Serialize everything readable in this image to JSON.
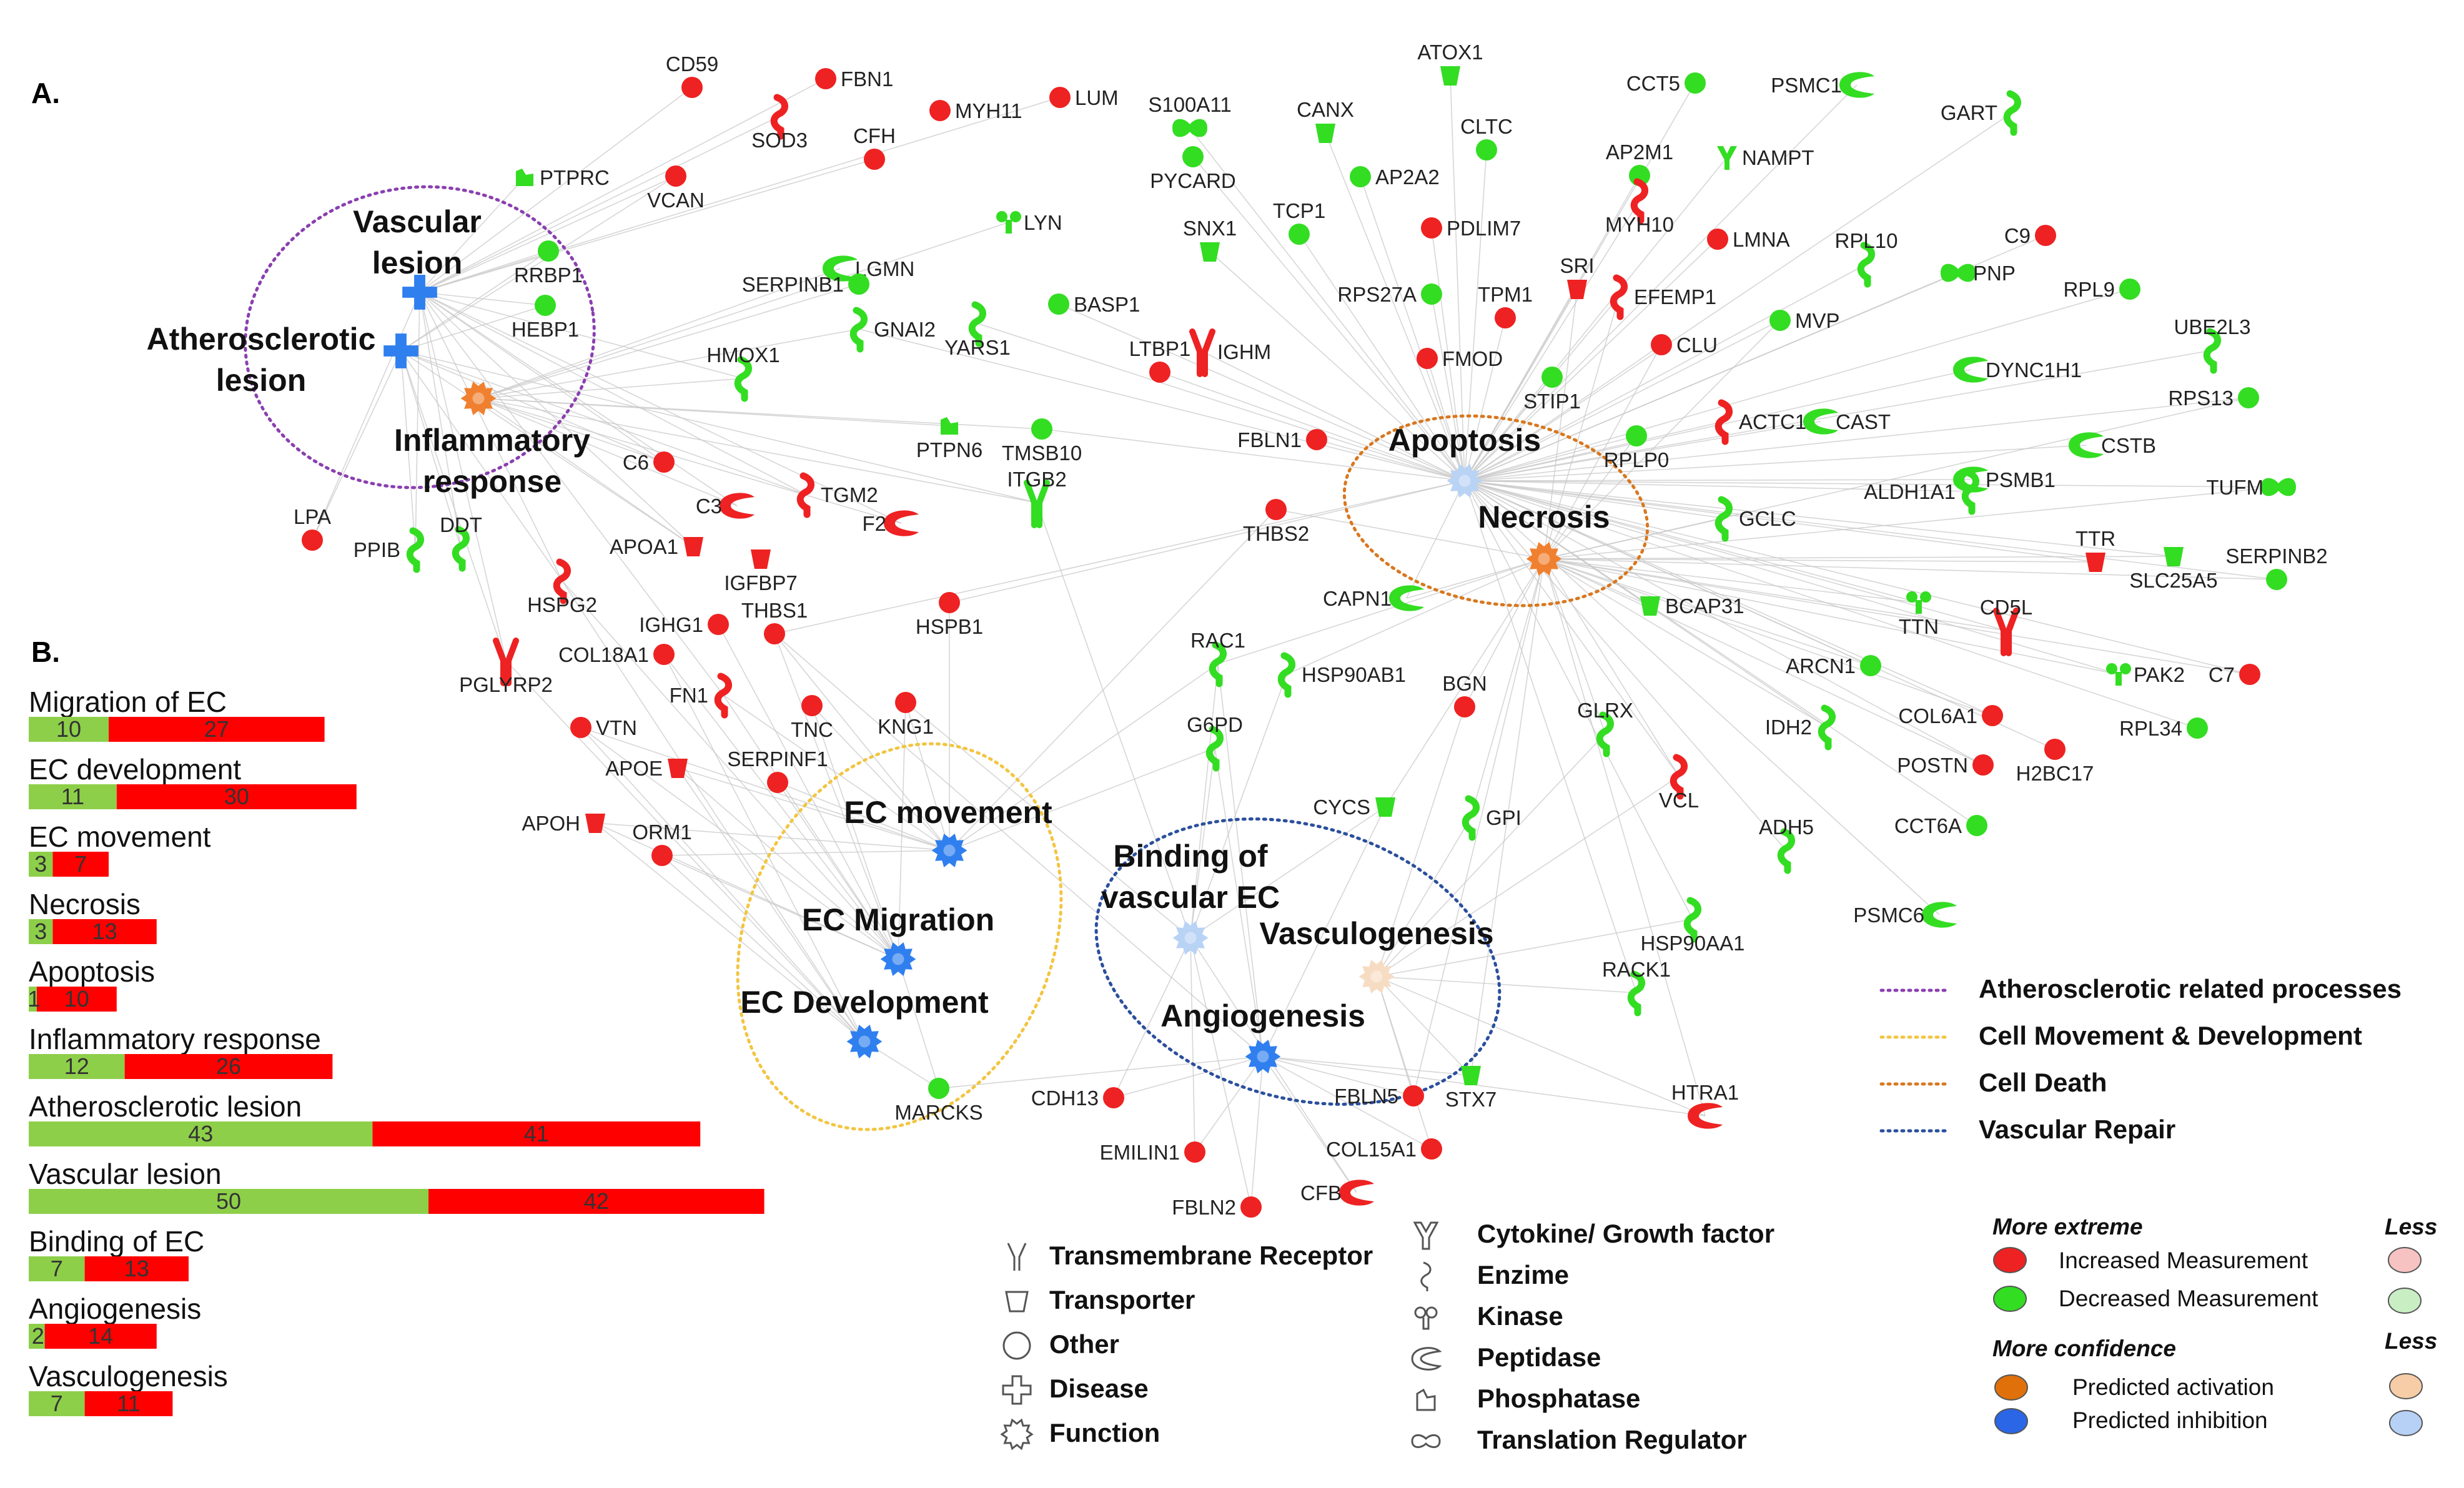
{
  "panels": {
    "a": "A.",
    "b": "B."
  },
  "colors": {
    "increased": "#ee2222",
    "decreased": "#33dd22",
    "predicted_activation": "#f08030",
    "predicted_inhibition": "#2f7fef",
    "atherosclerotic": "#8a3fb0",
    "cell_movement": "#f2c542",
    "cell_death": "#d9771e",
    "vascular_repair": "#2b4f9e",
    "bar_decreased": "#8ecf4a",
    "bar_increased": "#ff0000"
  },
  "hubs": [
    {
      "id": "vascular-lesion",
      "label_lines": [
        "Vascular",
        "lesion"
      ],
      "shape": "disease",
      "status": "inhibition"
    },
    {
      "id": "atherosclerotic-lesion",
      "label_lines": [
        "Atherosclerotic",
        "lesion"
      ],
      "shape": "disease",
      "status": "inhibition"
    },
    {
      "id": "inflammatory-response",
      "label_lines": [
        "Inflammatory",
        "response"
      ],
      "shape": "function",
      "status": "activation"
    },
    {
      "id": "apoptosis",
      "label_lines": [
        "Apoptosis"
      ],
      "shape": "function",
      "status": "inhibition-light"
    },
    {
      "id": "necrosis",
      "label_lines": [
        "Necrosis"
      ],
      "shape": "function",
      "status": "activation"
    },
    {
      "id": "ec-movement",
      "label_lines": [
        "EC movement"
      ],
      "shape": "function",
      "status": "inhibition"
    },
    {
      "id": "ec-migration",
      "label_lines": [
        "EC Migration"
      ],
      "shape": "function",
      "status": "inhibition"
    },
    {
      "id": "ec-development",
      "label_lines": [
        "EC Development"
      ],
      "shape": "function",
      "status": "inhibition"
    },
    {
      "id": "binding-vascular-ec",
      "label_lines": [
        "Binding of",
        "vascular EC"
      ],
      "shape": "function",
      "status": "inhibition-light"
    },
    {
      "id": "vasculogenesis",
      "label_lines": [
        "Vasculogenesis"
      ],
      "shape": "function",
      "status": "activation-light"
    },
    {
      "id": "angiogenesis",
      "label_lines": [
        "Angiogenesis"
      ],
      "shape": "function",
      "status": "inhibition"
    }
  ],
  "nodes": [
    {
      "id": "CD59",
      "status": "increased",
      "shape": "other"
    },
    {
      "id": "FBN1",
      "status": "increased",
      "shape": "other"
    },
    {
      "id": "MYH11",
      "status": "increased",
      "shape": "other"
    },
    {
      "id": "LUM",
      "status": "increased",
      "shape": "other"
    },
    {
      "id": "SOD3",
      "status": "increased",
      "shape": "enzyme"
    },
    {
      "id": "CFH",
      "status": "increased",
      "shape": "other"
    },
    {
      "id": "VCAN",
      "status": "increased",
      "shape": "other"
    },
    {
      "id": "PTPRC",
      "status": "decreased",
      "shape": "phosphatase"
    },
    {
      "id": "RRBP1",
      "status": "decreased",
      "shape": "other"
    },
    {
      "id": "HEBP1",
      "status": "decreased",
      "shape": "other"
    },
    {
      "id": "S100A11",
      "status": "decreased",
      "shape": "translation"
    },
    {
      "id": "CANX",
      "status": "decreased",
      "shape": "transporter"
    },
    {
      "id": "ATOX1",
      "status": "decreased",
      "shape": "transporter"
    },
    {
      "id": "CCT5",
      "status": "decreased",
      "shape": "other"
    },
    {
      "id": "PSMC1",
      "status": "decreased",
      "shape": "peptidase"
    },
    {
      "id": "GART",
      "status": "decreased",
      "shape": "enzyme"
    },
    {
      "id": "PYCARD",
      "status": "decreased",
      "shape": "other"
    },
    {
      "id": "AP2A2",
      "status": "decreased",
      "shape": "other"
    },
    {
      "id": "CLTC",
      "status": "decreased",
      "shape": "other"
    },
    {
      "id": "AP2M1",
      "status": "decreased",
      "shape": "other"
    },
    {
      "id": "NAMPT",
      "status": "decreased",
      "shape": "cytokine"
    },
    {
      "id": "LGMN",
      "status": "decreased",
      "shape": "peptidase"
    },
    {
      "id": "LYN",
      "status": "decreased",
      "shape": "kinase"
    },
    {
      "id": "SNX1",
      "status": "decreased",
      "shape": "transporter"
    },
    {
      "id": "TCP1",
      "status": "decreased",
      "shape": "other"
    },
    {
      "id": "PDLIM7",
      "status": "increased",
      "shape": "other"
    },
    {
      "id": "MYH10",
      "status": "increased",
      "shape": "enzyme"
    },
    {
      "id": "LMNA",
      "status": "increased",
      "shape": "other"
    },
    {
      "id": "RPL10",
      "status": "decreased",
      "shape": "enzyme"
    },
    {
      "id": "C9",
      "status": "increased",
      "shape": "other"
    },
    {
      "id": "PNP",
      "status": "decreased",
      "shape": "translation"
    },
    {
      "id": "RPL9",
      "status": "decreased",
      "shape": "other"
    },
    {
      "id": "SERPINB1",
      "status": "decreased",
      "shape": "other"
    },
    {
      "id": "BASP1",
      "status": "decreased",
      "shape": "other"
    },
    {
      "id": "RPS27A",
      "status": "decreased",
      "shape": "other"
    },
    {
      "id": "SRI",
      "status": "increased",
      "shape": "transporter"
    },
    {
      "id": "TPM1",
      "status": "increased",
      "shape": "other"
    },
    {
      "id": "EFEMP1",
      "status": "increased",
      "shape": "enzyme"
    },
    {
      "id": "GNAI2",
      "status": "decreased",
      "shape": "enzyme"
    },
    {
      "id": "YARS1",
      "status": "decreased",
      "shape": "enzyme"
    },
    {
      "id": "LTBP1",
      "status": "increased",
      "shape": "other"
    },
    {
      "id": "IGHM",
      "status": "increased",
      "shape": "receptor"
    },
    {
      "id": "FMOD",
      "status": "increased",
      "shape": "other"
    },
    {
      "id": "CLU",
      "status": "increased",
      "shape": "other"
    },
    {
      "id": "MVP",
      "status": "decreased",
      "shape": "other"
    },
    {
      "id": "UBE2L3",
      "status": "decreased",
      "shape": "enzyme"
    },
    {
      "id": "DYNC1H1",
      "status": "decreased",
      "shape": "peptidase"
    },
    {
      "id": "HMOX1",
      "status": "decreased",
      "shape": "enzyme"
    },
    {
      "id": "STIP1",
      "status": "decreased",
      "shape": "other"
    },
    {
      "id": "ACTC1",
      "status": "increased",
      "shape": "enzyme"
    },
    {
      "id": "CAST",
      "status": "decreased",
      "shape": "peptidase"
    },
    {
      "id": "RPS13",
      "status": "decreased",
      "shape": "other"
    },
    {
      "id": "C6",
      "status": "increased",
      "shape": "other"
    },
    {
      "id": "TGM2",
      "status": "increased",
      "shape": "enzyme"
    },
    {
      "id": "PTPN6",
      "status": "decreased",
      "shape": "phosphatase"
    },
    {
      "id": "TMSB10",
      "status": "decreased",
      "shape": "other"
    },
    {
      "id": "FBLN1",
      "status": "increased",
      "shape": "other"
    },
    {
      "id": "RPLP0",
      "status": "decreased",
      "shape": "other"
    },
    {
      "id": "CSTB",
      "status": "decreased",
      "shape": "peptidase"
    },
    {
      "id": "LPA",
      "status": "increased",
      "shape": "other"
    },
    {
      "id": "C3",
      "status": "increased",
      "shape": "peptidase"
    },
    {
      "id": "F2",
      "status": "increased",
      "shape": "peptidase"
    },
    {
      "id": "ITGB2",
      "status": "decreased",
      "shape": "receptor"
    },
    {
      "id": "ALDH1A1",
      "status": "decreased",
      "shape": "enzyme"
    },
    {
      "id": "PSMB1",
      "status": "decreased",
      "shape": "peptidase"
    },
    {
      "id": "TUFM",
      "status": "decreased",
      "shape": "translation"
    },
    {
      "id": "DDT",
      "status": "decreased",
      "shape": "enzyme"
    },
    {
      "id": "PPIB",
      "status": "decreased",
      "shape": "enzyme"
    },
    {
      "id": "APOA1",
      "status": "increased",
      "shape": "transporter"
    },
    {
      "id": "THBS2",
      "status": "increased",
      "shape": "other"
    },
    {
      "id": "GCLC",
      "status": "decreased",
      "shape": "enzyme"
    },
    {
      "id": "TTR",
      "status": "increased",
      "shape": "transporter"
    },
    {
      "id": "SERPINB2",
      "status": "decreased",
      "shape": "other"
    },
    {
      "id": "IGFBP7",
      "status": "increased",
      "shape": "transporter"
    },
    {
      "id": "HSPG2",
      "status": "increased",
      "shape": "enzyme"
    },
    {
      "id": "IGHG1",
      "status": "increased",
      "shape": "other"
    },
    {
      "id": "BCAP31",
      "status": "decreased",
      "shape": "transporter"
    },
    {
      "id": "CAPN1",
      "status": "decreased",
      "shape": "peptidase"
    },
    {
      "id": "SLC25A5",
      "status": "decreased",
      "shape": "transporter"
    },
    {
      "id": "CD5L",
      "status": "increased",
      "shape": "receptor"
    },
    {
      "id": "COL18A1",
      "status": "increased",
      "shape": "other"
    },
    {
      "id": "THBS1",
      "status": "increased",
      "shape": "other"
    },
    {
      "id": "HSPB1",
      "status": "increased",
      "shape": "other"
    },
    {
      "id": "TTN",
      "status": "decreased",
      "shape": "kinase"
    },
    {
      "id": "PGLYRP2",
      "status": "increased",
      "shape": "receptor"
    },
    {
      "id": "FN1",
      "status": "increased",
      "shape": "enzyme"
    },
    {
      "id": "VTN",
      "status": "increased",
      "shape": "other"
    },
    {
      "id": "TNC",
      "status": "increased",
      "shape": "other"
    },
    {
      "id": "RAC1",
      "status": "decreased",
      "shape": "enzyme"
    },
    {
      "id": "HSP90AB1",
      "status": "decreased",
      "shape": "enzyme"
    },
    {
      "id": "ARCN1",
      "status": "decreased",
      "shape": "other"
    },
    {
      "id": "PAK2",
      "status": "decreased",
      "shape": "kinase"
    },
    {
      "id": "C7",
      "status": "increased",
      "shape": "other"
    },
    {
      "id": "KNG1",
      "status": "increased",
      "shape": "other"
    },
    {
      "id": "G6PD",
      "status": "decreased",
      "shape": "enzyme"
    },
    {
      "id": "BGN",
      "status": "increased",
      "shape": "other"
    },
    {
      "id": "GLRX",
      "status": "decreased",
      "shape": "enzyme"
    },
    {
      "id": "IDH2",
      "status": "decreased",
      "shape": "enzyme"
    },
    {
      "id": "COL6A1",
      "status": "increased",
      "shape": "other"
    },
    {
      "id": "APOE",
      "status": "increased",
      "shape": "transporter"
    },
    {
      "id": "SERPINF1",
      "status": "increased",
      "shape": "other"
    },
    {
      "id": "POSTN",
      "status": "increased",
      "shape": "other"
    },
    {
      "id": "H2BC17",
      "status": "increased",
      "shape": "other"
    },
    {
      "id": "RPL34",
      "status": "decreased",
      "shape": "other"
    },
    {
      "id": "APOH",
      "status": "increased",
      "shape": "transporter"
    },
    {
      "id": "ORM1",
      "status": "increased",
      "shape": "other"
    },
    {
      "id": "CYCS",
      "status": "decreased",
      "shape": "transporter"
    },
    {
      "id": "GPI",
      "status": "decreased",
      "shape": "enzyme"
    },
    {
      "id": "VCL",
      "status": "increased",
      "shape": "enzyme"
    },
    {
      "id": "ADH5",
      "status": "decreased",
      "shape": "enzyme"
    },
    {
      "id": "CCT6A",
      "status": "decreased",
      "shape": "other"
    },
    {
      "id": "PSMC6",
      "status": "decreased",
      "shape": "peptidase"
    },
    {
      "id": "RACK1",
      "status": "decreased",
      "shape": "enzyme"
    },
    {
      "id": "HSP90AA1",
      "status": "decreased",
      "shape": "enzyme"
    },
    {
      "id": "MARCKS",
      "status": "decreased",
      "shape": "other"
    },
    {
      "id": "CDH13",
      "status": "increased",
      "shape": "other"
    },
    {
      "id": "FBLN5",
      "status": "increased",
      "shape": "other"
    },
    {
      "id": "STX7",
      "status": "decreased",
      "shape": "transporter"
    },
    {
      "id": "HTRA1",
      "status": "increased",
      "shape": "peptidase"
    },
    {
      "id": "EMILIN1",
      "status": "increased",
      "shape": "other"
    },
    {
      "id": "COL15A1",
      "status": "increased",
      "shape": "other"
    },
    {
      "id": "FBLN2",
      "status": "increased",
      "shape": "other"
    },
    {
      "id": "CFB",
      "status": "increased",
      "shape": "peptidase"
    }
  ],
  "bar_chart": [
    {
      "label": "Migration of EC",
      "decreased": 10,
      "increased": 27
    },
    {
      "label": "EC development",
      "decreased": 11,
      "increased": 30
    },
    {
      "label": "EC movement",
      "decreased": 3,
      "increased": 7
    },
    {
      "label": "Necrosis",
      "decreased": 3,
      "increased": 13
    },
    {
      "label": "Apoptosis",
      "decreased": 1,
      "increased": 10
    },
    {
      "label": "Inflammatory response",
      "decreased": 12,
      "increased": 26
    },
    {
      "label": "Atherosclerotic lesion",
      "decreased": 43,
      "increased": 41
    },
    {
      "label": "Vascular lesion",
      "decreased": 50,
      "increased": 42
    },
    {
      "label": "Binding of EC",
      "decreased": 7,
      "increased": 13
    },
    {
      "label": "Angiogenesis",
      "decreased": 2,
      "increased": 14
    },
    {
      "label": "Vasculogenesis",
      "decreased": 7,
      "increased": 11
    }
  ],
  "shape_legend": [
    {
      "icon": "receptor",
      "label": "Transmembrane Receptor"
    },
    {
      "icon": "transporter",
      "label": "Transporter"
    },
    {
      "icon": "other",
      "label": "Other"
    },
    {
      "icon": "disease",
      "label": "Disease"
    },
    {
      "icon": "function",
      "label": "Function"
    },
    {
      "icon": "cytokine",
      "label": "Cytokine/ Growth factor"
    },
    {
      "icon": "enzyme",
      "label": "Enzime"
    },
    {
      "icon": "kinase",
      "label": "Kinase"
    },
    {
      "icon": "peptidase",
      "label": "Peptidase"
    },
    {
      "icon": "phosphatase",
      "label": "Phosphatase"
    },
    {
      "icon": "translation",
      "label": "Translation Regulator"
    }
  ],
  "process_legend": [
    {
      "label": "Atherosclerotic related processes",
      "color": "#8a3fb0"
    },
    {
      "label": "Cell Movement & Development",
      "color": "#f2c542"
    },
    {
      "label": "Cell Death",
      "color": "#d9771e"
    },
    {
      "label": "Vascular Repair",
      "color": "#2b4f9e"
    }
  ],
  "color_legend": {
    "more_extreme": "More extreme",
    "less": "Less",
    "more_confidence": "More confidence",
    "increased": "Increased Measurement",
    "decreased": "Decreased Measurement",
    "activation": "Predicted activation",
    "inhibition": "Predicted inhibition"
  }
}
